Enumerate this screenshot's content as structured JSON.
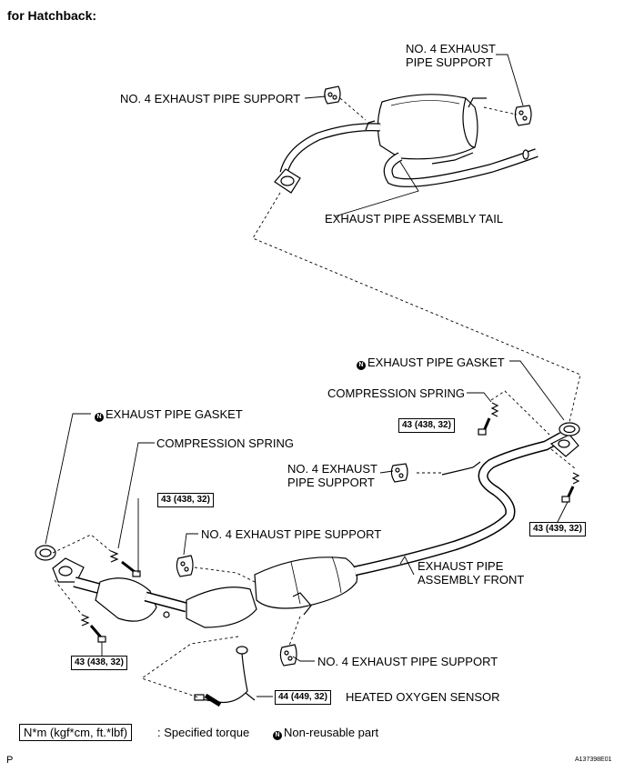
{
  "title": "for Hatchback:",
  "labels": {
    "support_top_right_line1": "NO. 4 EXHAUST",
    "support_top_right_line2": "PIPE SUPPORT",
    "support_top_left": "NO. 4 EXHAUST PIPE SUPPORT",
    "tail_assembly": "EXHAUST PIPE ASSEMBLY TAIL",
    "gasket_right": "EXHAUST PIPE GASKET",
    "spring_right": "COMPRESSION SPRING",
    "support_mid_line1": "NO. 4 EXHAUST",
    "support_mid_line2": "PIPE SUPPORT",
    "gasket_left": "EXHAUST PIPE GASKET",
    "spring_left": "COMPRESSION SPRING",
    "support_center": "NO. 4 EXHAUST PIPE SUPPORT",
    "front_assembly_line1": "EXHAUST PIPE",
    "front_assembly_line2": "ASSEMBLY FRONT",
    "support_bottom": "NO. 4 EXHAUST PIPE SUPPORT",
    "oxygen_sensor": "HEATED OXYGEN SENSOR"
  },
  "torques": {
    "right_spring": "43 (438, 32)",
    "right_flange": "43 (439, 32)",
    "left_spring": "43 (438, 32)",
    "left_flange": "43 (438, 32)",
    "sensor": "44 (449, 32)"
  },
  "legend": {
    "torque_unit": "N*m (kgf*cm, ft.*lbf)",
    "torque_desc": ": Specified torque",
    "non_reusable": "Non-reusable part",
    "non_reusable_symbol": "N"
  },
  "footer": {
    "page_mark": "P",
    "figure_id": "A137398E01"
  }
}
